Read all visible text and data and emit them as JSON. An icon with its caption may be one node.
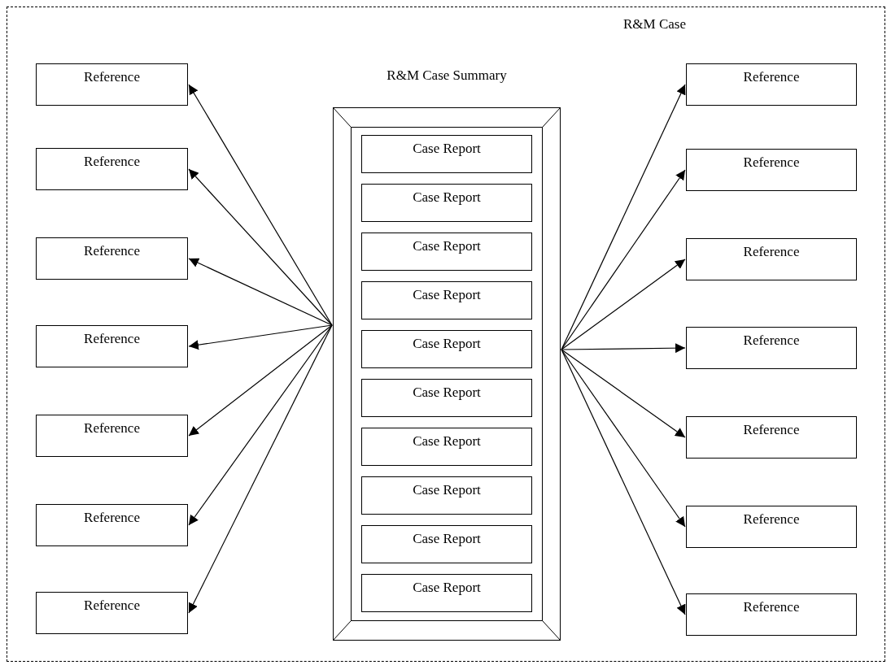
{
  "diagram": {
    "nodes": [
      {
        "text": [
          "R&M Case"
        ]
      },
      {
        "text": [
          "Reference"
        ],
        "in": 0
      },
      {
        "text": [
          "Reference"
        ],
        "in": 0
      },
      {
        "text": [
          "Reference"
        ],
        "in": 0
      },
      {
        "text": [
          "Reference"
        ],
        "in": 0
      },
      {
        "text": [
          "Reference"
        ],
        "in": 0
      },
      {
        "text": [
          "Reference"
        ],
        "in": 0
      },
      {
        "text": [
          "Reference"
        ],
        "in": 0
      },
      {
        "text": [
          "R&M Case Summary"
        ],
        "in": 0
      },
      {
        "text": [
          "Case Report"
        ],
        "in": 8
      },
      {
        "text": [
          "Case Report"
        ],
        "in": 8
      },
      {
        "text": [
          "Case Report"
        ],
        "in": 8
      },
      {
        "text": [
          "Case Report"
        ],
        "in": 8
      },
      {
        "text": [
          "Case Report"
        ],
        "in": 8
      },
      {
        "text": [
          "Case Report"
        ],
        "in": 8
      },
      {
        "text": [
          "Case Report"
        ],
        "in": 8
      },
      {
        "text": [
          "Case Report"
        ],
        "in": 8
      },
      {
        "text": [
          "Case Report"
        ],
        "in": 8
      },
      {
        "text": [
          "Case Report"
        ],
        "in": 8
      },
      {
        "text": [
          "Reference"
        ],
        "in": 0
      },
      {
        "text": [
          "Reference"
        ],
        "in": 0
      },
      {
        "text": [
          "Reference"
        ],
        "in": 0
      },
      {
        "text": [
          "Reference"
        ],
        "in": 0
      },
      {
        "text": [
          "Reference"
        ],
        "in": 0
      },
      {
        "text": [
          "Reference"
        ],
        "in": 0
      },
      {
        "text": [
          "Reference"
        ],
        "in": 0
      }
    ],
    "edges": [
      {
        "from": 8,
        "to": 1,
        "arrow": "to"
      },
      {
        "from": 8,
        "to": 2,
        "arrow": "to"
      },
      {
        "from": 8,
        "to": 3,
        "arrow": "to"
      },
      {
        "from": 8,
        "to": 4,
        "arrow": "to"
      },
      {
        "from": 8,
        "to": 5,
        "arrow": "to"
      },
      {
        "from": 8,
        "to": 6,
        "arrow": "to"
      },
      {
        "from": 8,
        "to": 7,
        "arrow": "to"
      },
      {
        "from": 8,
        "to": 19,
        "arrow": "to"
      },
      {
        "from": 8,
        "to": 20,
        "arrow": "to"
      },
      {
        "from": 8,
        "to": 21,
        "arrow": "to"
      },
      {
        "from": 8,
        "to": 22,
        "arrow": "to"
      },
      {
        "from": 8,
        "to": 23,
        "arrow": "to"
      },
      {
        "from": 8,
        "to": 24,
        "arrow": "to"
      },
      {
        "from": 8,
        "to": 25,
        "arrow": "to"
      }
    ]
  }
}
